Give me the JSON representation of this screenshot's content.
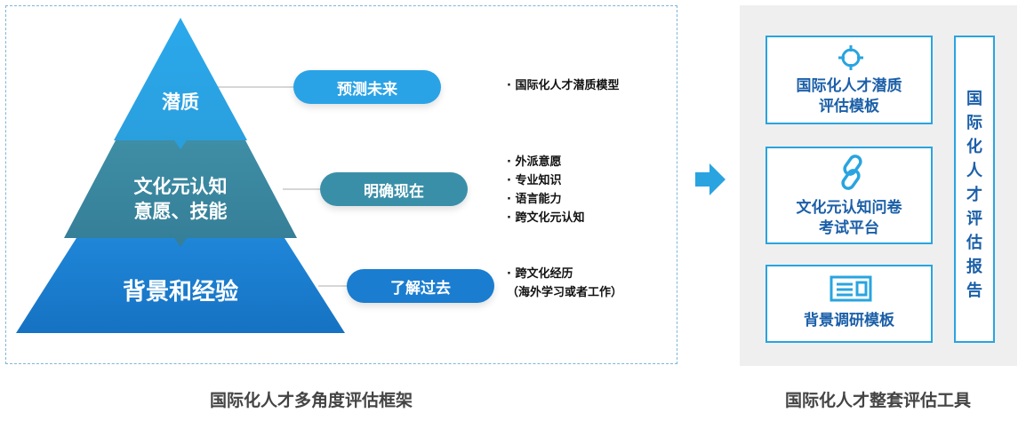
{
  "framework": {
    "caption": "国际化人才多角度评估框架",
    "levels": [
      {
        "label": "潜质",
        "pill": "预测未来",
        "bullets": [
          "·  国际化人才潜质模型"
        ]
      },
      {
        "label_line1": "文化元认知",
        "label_line2": "意愿、技能",
        "pill": "明确现在",
        "bullets": [
          "·  外派意愿",
          "·  专业知识",
          "·  语言能力",
          "·  跨文化元认知"
        ]
      },
      {
        "label": "背景和经验",
        "pill": "了解过去",
        "bullets": [
          "·  跨文化经历",
          "（海外学习或者工作）"
        ]
      }
    ]
  },
  "tools": {
    "caption": "国际化人才整套评估工具",
    "cards": [
      {
        "icon": "target-icon",
        "line1": "国际化人才潜质",
        "line2": "评估模板"
      },
      {
        "icon": "link-icon",
        "line1": "文化元认知问卷",
        "line2": "考试平台"
      },
      {
        "icon": "card-icon",
        "line1": "背景调研模板"
      }
    ],
    "report": "国际化人才评估报告"
  },
  "colors": {
    "top": "#2aa3e6",
    "middle": "#3a8fa8",
    "bottom": "#1a7dd0",
    "card_border": "#29a4e0",
    "card_text": "#1b5fa8",
    "arrow": "#29a4e0"
  }
}
